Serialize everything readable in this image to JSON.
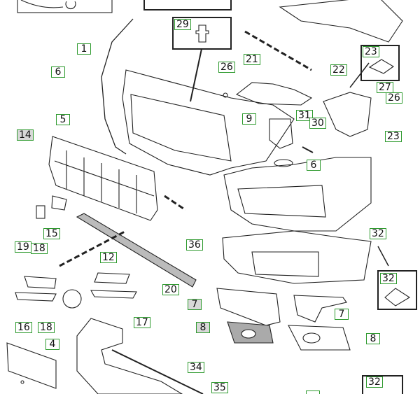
{
  "diagram": {
    "title": "Front bumper exploded parts diagram",
    "colors": {
      "label_border": "#2e9a2e",
      "line": "#222222",
      "highlight_fill": "#d8d8d8"
    },
    "callouts": [
      "1",
      "6",
      "29",
      "26",
      "21",
      "22",
      "23",
      "27",
      "26",
      "9",
      "31",
      "30",
      "5",
      "14",
      "23",
      "6",
      "15",
      "19",
      "18",
      "12",
      "36",
      "32",
      "32",
      "20",
      "7",
      "7",
      "16",
      "18",
      "17",
      "8",
      "8",
      "4",
      "34",
      "35",
      "32",
      ""
    ]
  }
}
